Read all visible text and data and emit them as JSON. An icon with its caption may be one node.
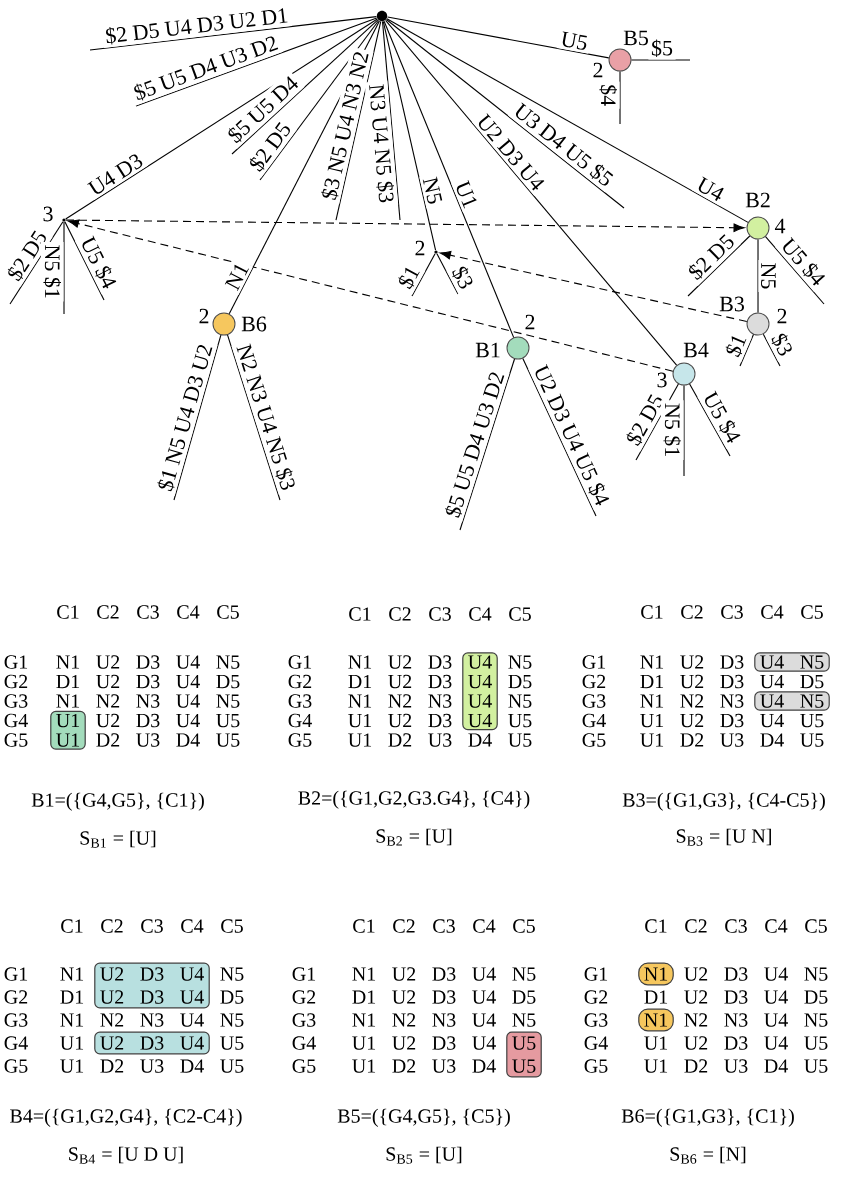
{
  "diagram": {
    "nodes": [
      {
        "text": [],
        "shape": "dot"
      },
      {
        "text": [],
        "shape": "circle",
        "beside": [
          "B5",
          "2"
        ]
      },
      {
        "text": [],
        "shape": "dot",
        "beside": [
          "3"
        ]
      },
      {
        "text": [],
        "shape": "circle",
        "beside": [
          "B2",
          "4"
        ]
      },
      {
        "text": [],
        "shape": "dot",
        "beside": [
          "2"
        ]
      },
      {
        "text": [],
        "shape": "circle",
        "beside": [
          "B3",
          "2"
        ]
      },
      {
        "text": [],
        "shape": "circle",
        "beside": [
          "2",
          "B6"
        ]
      },
      {
        "text": [],
        "shape": "circle",
        "beside": [
          "2",
          "B1"
        ]
      },
      {
        "text": [],
        "shape": "circle",
        "beside": [
          "B4",
          "3"
        ]
      },
      {
        "text": [
          "U1",
          "U1"
        ]
      },
      {
        "text": [
          "U4",
          "U4",
          "U4",
          "U4"
        ]
      },
      {
        "text": [
          "U4",
          "N5"
        ]
      },
      {
        "text": [
          "U4",
          "N5"
        ]
      },
      {
        "text": [
          "U2",
          "D3",
          "U4",
          "U2",
          "D3",
          "U4"
        ]
      },
      {
        "text": [
          "U2",
          "D3",
          "U4"
        ]
      },
      {
        "text": [
          "U5",
          "U5"
        ]
      },
      {
        "text": [
          "N1"
        ]
      },
      {
        "text": [
          "N1"
        ]
      }
    ],
    "edges": [
      {
        "from": 0,
        "to": null,
        "arrow": "none",
        "label": "$2 D5 U4 D3 U2 D1"
      },
      {
        "from": 0,
        "to": null,
        "arrow": "none",
        "label": "$5 U5 D4 U3 D2"
      },
      {
        "from": 0,
        "to": 2,
        "arrow": "none",
        "label": "U4 D3"
      },
      {
        "from": 0,
        "to": null,
        "arrow": "none",
        "label": "$5 U5 D4"
      },
      {
        "from": 0,
        "to": null,
        "arrow": "none",
        "label": "$2 D5"
      },
      {
        "from": 0,
        "to": null,
        "arrow": "none",
        "label": "$3 N5 U4 N3 N2"
      },
      {
        "from": 0,
        "to": null,
        "arrow": "none",
        "label": "N3 U4 N5 $3"
      },
      {
        "from": 0,
        "to": 6,
        "arrow": "none",
        "label": "N1"
      },
      {
        "from": 0,
        "to": 4,
        "arrow": "none",
        "label": "N5"
      },
      {
        "from": 0,
        "to": 7,
        "arrow": "none",
        "label": "U1"
      },
      {
        "from": 0,
        "to": 8,
        "arrow": "none",
        "label": "U2 D3 U4"
      },
      {
        "from": 0,
        "to": null,
        "arrow": "none",
        "label": "U3 D4 U5 $5"
      },
      {
        "from": 0,
        "to": 3,
        "arrow": "none",
        "label": "U4"
      },
      {
        "from": 0,
        "to": 1,
        "arrow": "none",
        "label": "U5"
      },
      {
        "from": 1,
        "to": null,
        "arrow": "none",
        "label": "$5"
      },
      {
        "from": 1,
        "to": null,
        "arrow": "none",
        "label": "$4"
      },
      {
        "from": 2,
        "to": null,
        "arrow": "none",
        "label": "$2 D5"
      },
      {
        "from": 2,
        "to": null,
        "arrow": "none",
        "label": "N5 $1"
      },
      {
        "from": 2,
        "to": null,
        "arrow": "none",
        "label": "U5 $4"
      },
      {
        "from": 2,
        "to": 3,
        "arrow": "to",
        "style": "dashed"
      },
      {
        "from": 3,
        "to": null,
        "arrow": "none",
        "label": "$2 D5"
      },
      {
        "from": 3,
        "to": 5,
        "arrow": "none",
        "label": "N5"
      },
      {
        "from": 3,
        "to": null,
        "arrow": "none",
        "label": "U5 $4"
      },
      {
        "from": 4,
        "to": null,
        "arrow": "none",
        "label": "$1"
      },
      {
        "from": 4,
        "to": null,
        "arrow": "none",
        "label": "$3"
      },
      {
        "from": 5,
        "to": 4,
        "arrow": "to",
        "style": "dashed"
      },
      {
        "from": 5,
        "to": null,
        "arrow": "none",
        "label": "$1"
      },
      {
        "from": 5,
        "to": null,
        "arrow": "none",
        "label": "$3"
      },
      {
        "from": 8,
        "to": 2,
        "arrow": "to",
        "style": "dashed"
      },
      {
        "from": 6,
        "to": null,
        "arrow": "none",
        "label": "$1 N5 U4 D3 U2"
      },
      {
        "from": 6,
        "to": null,
        "arrow": "none",
        "label": "N2 N3 U4 N5 $3"
      },
      {
        "from": 7,
        "to": null,
        "arrow": "none",
        "label": "$5 U5 D4 U3 D2"
      },
      {
        "from": 7,
        "to": null,
        "arrow": "none",
        "label": "U2 D3 U4 U5 $4"
      },
      {
        "from": 8,
        "to": null,
        "arrow": "none",
        "label": "$2 D5"
      },
      {
        "from": 8,
        "to": null,
        "arrow": "none",
        "label": "N5 $1"
      },
      {
        "from": 8,
        "to": null,
        "arrow": "none",
        "label": "U5 $4"
      }
    ],
    "labels": [
      "C1",
      "C2",
      "C3",
      "C4",
      "C5",
      "G1",
      "N1",
      "U2",
      "D3",
      "U4",
      "N5",
      "G2",
      "D1",
      "U2",
      "D3",
      "U4",
      "D5",
      "G3",
      "N1",
      "N2",
      "N3",
      "U4",
      "N5",
      "G4",
      "U2",
      "D3",
      "U4",
      "U5",
      "G5",
      "D2",
      "U3",
      "D4",
      "U5",
      "B1=({G4,G5}, {C1})",
      "S$_{B1}$ = [U]",
      "C1",
      "C2",
      "C3",
      "C4",
      "C5",
      "G1",
      "N1",
      "U2",
      "D3",
      "N5",
      "G2",
      "D1",
      "U2",
      "D3",
      "D5",
      "G3",
      "N1",
      "N2",
      "N3",
      "N5",
      "G4",
      "U1",
      "U2",
      "D3",
      "U5",
      "G5",
      "U1",
      "D2",
      "U3",
      "D4",
      "U5",
      "B2=({G1,G2,G3.G4}, {C4})",
      "S$_{B2}$ = [U]",
      "C1",
      "C2",
      "C3",
      "C4",
      "C5",
      "G1",
      "N1",
      "U2",
      "D3",
      "G2",
      "D1",
      "U2",
      "D3",
      "U4",
      "D5",
      "G3",
      "N1",
      "N2",
      "N3",
      "G4",
      "U1",
      "U2",
      "D3",
      "U4",
      "U5",
      "G5",
      "U1",
      "D2",
      "U3",
      "D4",
      "U5",
      "B3=({G1,G3}, {C4-C5})",
      "S$_{B3}$ = [U N]",
      "C1",
      "C2",
      "C3",
      "C4",
      "C5",
      "G1",
      "N1",
      "N5",
      "G2",
      "D1",
      "D5",
      "G3",
      "N1",
      "N2",
      "N3",
      "U4",
      "N5",
      "G4",
      "U1",
      "U5",
      "G5",
      "U1",
      "D2",
      "U3",
      "D4",
      "U5",
      "B4=({G1,G2,G4}, {C2-C4})",
      "S$_{B4}$ = [U D U]",
      "C1",
      "C2",
      "C3",
      "C4",
      "C5",
      "G1",
      "N1",
      "U2",
      "D3",
      "U4",
      "N5",
      "G2",
      "D1",
      "U2",
      "D3",
      "U4",
      "D5",
      "G3",
      "N1",
      "N2",
      "N3",
      "U4",
      "N5",
      "G4",
      "U1",
      "U2",
      "D3",
      "U4",
      "G5",
      "U1",
      "D2",
      "U3",
      "D4",
      "B5=({G4,G5}, {C5})",
      "S$_{B5}$ = [U]",
      "C1",
      "C2",
      "C3",
      "C4",
      "C5",
      "G1",
      "U2",
      "D3",
      "U4",
      "N5",
      "G2",
      "D1",
      "U2",
      "D3",
      "U4",
      "D5",
      "G3",
      "N2",
      "N3",
      "U4",
      "N5",
      "G4",
      "U1",
      "U2",
      "D3",
      "U4",
      "U5",
      "G5",
      "U1",
      "D2",
      "U3",
      "D4",
      "U5",
      "B6=({G1,G3}, {C1})",
      "S$_{B6}$ = [N]"
    ]
  }
}
